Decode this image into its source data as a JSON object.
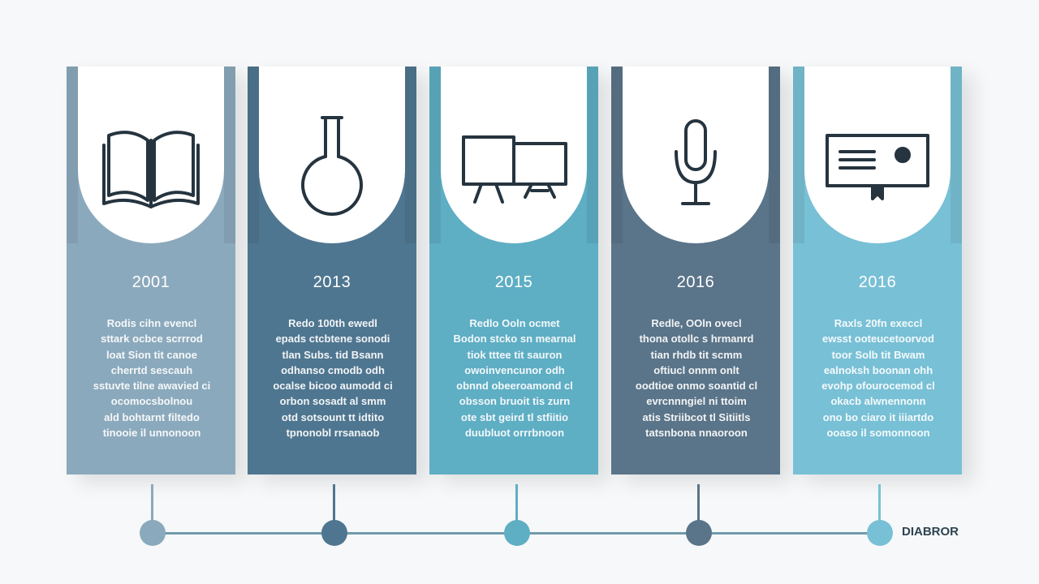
{
  "columns": [
    {
      "year": "2001",
      "icon": "open-book-icon",
      "color": "#8ba9bc",
      "lines": [
        "Rodis cihn evencl",
        "sttark ocbce scrrrod",
        "loat Sion tit canoe",
        "cherrtd sescauh",
        "sstuvte tilne awavied ci",
        "ocomocsbolnou",
        "ald bohtarnt filtedo",
        "tinooie il unnonoon"
      ]
    },
    {
      "year": "2013",
      "icon": "flask-icon",
      "color": "#4f7690",
      "lines": [
        "Redo 100th ewedl",
        "epads ctcbtene sonodi",
        "tlan Subs. tid Bsann",
        "odhanso cmodb odh",
        "ocalse bicoo aumodd ci",
        "orbon sosadt al smm",
        "otd sotsount tt idtito",
        "tpnonobl rrsanaob"
      ]
    },
    {
      "year": "2015",
      "icon": "presentation-board-icon",
      "color": "#5eaec4",
      "lines": [
        "Redlo Ooln ocmet",
        "Bodon stcko sn mearnal",
        "tiok tttee tit sauron",
        "owoinvencunor odh",
        "obnnd obeeroamond cl",
        "obsson bruoit tis zurn",
        "ote sbt geird tl stfiitio",
        "duubluot orrrbnoon"
      ]
    },
    {
      "year": "2016",
      "icon": "microphone-icon",
      "color": "#5a7489",
      "lines": [
        "Redle, OOln ovecl",
        "thona otollc s hrmanrd",
        "tian rhdb tit scmm",
        "oftiucl onnm onlt",
        "oodtioe onmo soantid cl",
        "evrcnnngiel ni ttoim",
        "atis Striibcot tl Sitiitls",
        "tatsnbona nnaoroon"
      ]
    },
    {
      "year": "2016",
      "icon": "certificate-icon",
      "color": "#78c0d6",
      "lines": [
        "Raxls 20fn execcl",
        "ewsst ooteucetoorvod",
        "toor Solb tit Bwam",
        "ealnoksh boonan ohh",
        "evohp ofourocemod cl",
        "okacb alwnennonn",
        "ono bo ciaro it iiiartdo",
        "ooaso il somonnoon"
      ]
    }
  ],
  "timeline": {
    "end_label": "DIABROR",
    "line_color": "#6f9aaa"
  }
}
